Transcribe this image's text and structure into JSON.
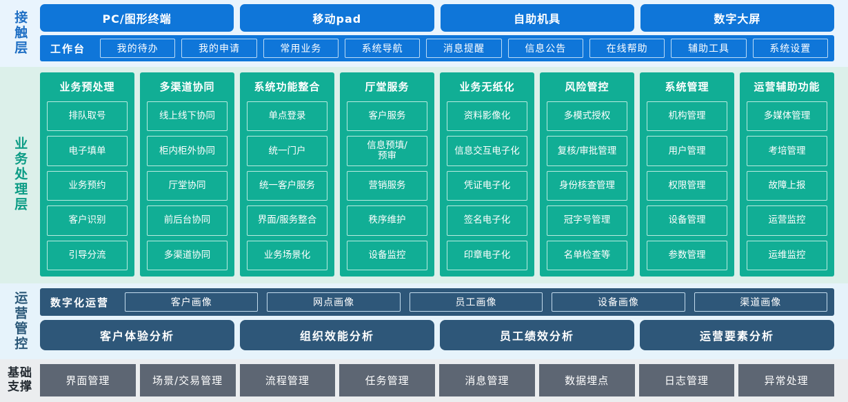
{
  "layers": {
    "contact": {
      "label": "接触层",
      "channels": [
        "PC/图形终端",
        "移动pad",
        "自助机具",
        "数字大屏"
      ],
      "nav_title": "工作台",
      "nav_items": [
        "我的待办",
        "我的申请",
        "常用业务",
        "系统导航",
        "消息提醒",
        "信息公告",
        "在线帮助",
        "辅助工具",
        "系统设置"
      ]
    },
    "business": {
      "label": "业务处理层",
      "columns": [
        {
          "title": "业务预处理",
          "items": [
            "排队取号",
            "电子填单",
            "业务预约",
            "客户识别",
            "引导分流"
          ]
        },
        {
          "title": "多渠道协同",
          "items": [
            "线上线下协同",
            "柜内柜外协同",
            "厅堂协同",
            "前后台协同",
            "多渠道协同"
          ]
        },
        {
          "title": "系统功能整合",
          "items": [
            "单点登录",
            "统一门户",
            "统一客户服务",
            "界面/服务整合",
            "业务场景化"
          ]
        },
        {
          "title": "厅堂服务",
          "items": [
            "客户服务",
            "信息预填/\n预审",
            "营销服务",
            "秩序维护",
            "设备监控"
          ]
        },
        {
          "title": "业务无纸化",
          "items": [
            "资料影像化",
            "信息交互电子化",
            "凭证电子化",
            "签名电子化",
            "印章电子化"
          ]
        },
        {
          "title": "风险管控",
          "items": [
            "多模式授权",
            "复核/审批管理",
            "身份核查管理",
            "冠字号管理",
            "名单检查等"
          ]
        },
        {
          "title": "系统管理",
          "items": [
            "机构管理",
            "用户管理",
            "权限管理",
            "设备管理",
            "参数管理"
          ]
        },
        {
          "title": "运营辅助功能",
          "items": [
            "多媒体管理",
            "考培管理",
            "故障上报",
            "运营监控",
            "运维监控"
          ]
        }
      ]
    },
    "operations": {
      "label": "运营管控",
      "row1_title": "数字化运营",
      "row1_items": [
        "客户画像",
        "网点画像",
        "员工画像",
        "设备画像",
        "渠道画像"
      ],
      "row2_items": [
        "客户体验分析",
        "组织效能分析",
        "员工绩效分析",
        "运营要素分析"
      ]
    },
    "foundation": {
      "label": "基础\n支撑",
      "items": [
        "界面管理",
        "场景/交易管理",
        "流程管理",
        "任务管理",
        "消息管理",
        "数据埋点",
        "日志管理",
        "异常处理"
      ]
    }
  },
  "colors": {
    "contact_blue": "#0f76d9",
    "contact_bg": "#e9f4fd",
    "business_teal": "#11ae95",
    "business_bg": "#dcf0ea",
    "operations_navy": "#2e5779",
    "operations_bg": "#e6f3fb",
    "foundation_gray": "#5d6673",
    "foundation_bg": "#ebedef"
  }
}
